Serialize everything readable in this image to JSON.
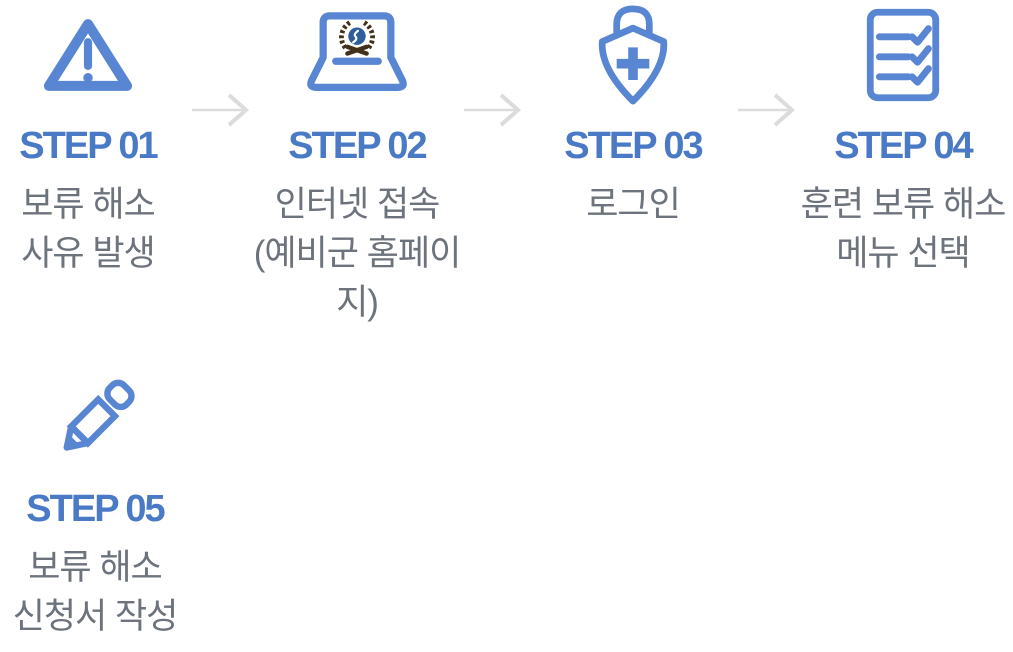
{
  "colors": {
    "accent_blue": "#4a79c6",
    "icon_blue": "#5886d2",
    "text_gray": "#6d737c",
    "arrow_gray": "#dcdcdf",
    "emblem_brown": "#43301b",
    "emblem_circle_blue": "#2e5e9e"
  },
  "steps": [
    {
      "label": "STEP 01",
      "desc": "보류 해소\n사유 발생",
      "icon": "warning-triangle-icon"
    },
    {
      "label": "STEP 02",
      "desc": "인터넷 접속\n(예비군 홈페이지)",
      "icon": "laptop-homepage-icon"
    },
    {
      "label": "STEP 03",
      "desc": "로그인",
      "icon": "shield-lock-icon"
    },
    {
      "label": "STEP 04",
      "desc": "훈련 보류 해소\n메뉴 선택",
      "icon": "checklist-icon"
    },
    {
      "label": "STEP 05",
      "desc": "보류 해소\n신청서 작성",
      "icon": "pencil-icon"
    }
  ],
  "arrows": {
    "count": 3,
    "direction": "right"
  }
}
